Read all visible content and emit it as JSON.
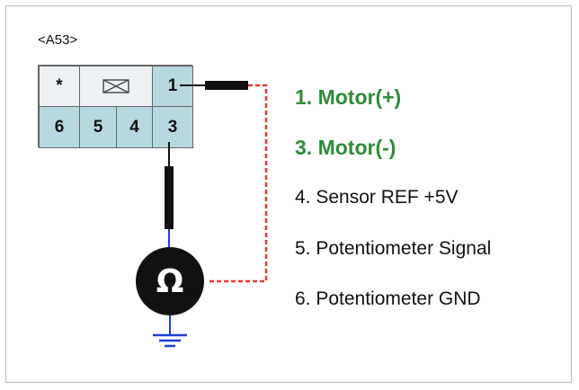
{
  "connector": {
    "label": "<A53>",
    "top_row": [
      "*",
      "",
      "1"
    ],
    "bottom_row": [
      "6",
      "5",
      "4",
      "3"
    ]
  },
  "component": {
    "symbol": "Ω"
  },
  "legend": [
    {
      "text": "1. Motor(+)",
      "highlight": true
    },
    {
      "text": "3. Motor(-)",
      "highlight": true
    },
    {
      "text": "4. Sensor REF +5V",
      "highlight": false
    },
    {
      "text": "5. Potentiometer Signal",
      "highlight": false
    },
    {
      "text": "6. Potentiometer GND",
      "highlight": false
    }
  ],
  "colors": {
    "connector_cell": "#b7d8df",
    "highlight_text": "#2e8b3a",
    "dashed_wire": "#e53935",
    "ground": "#1f3fd1"
  }
}
